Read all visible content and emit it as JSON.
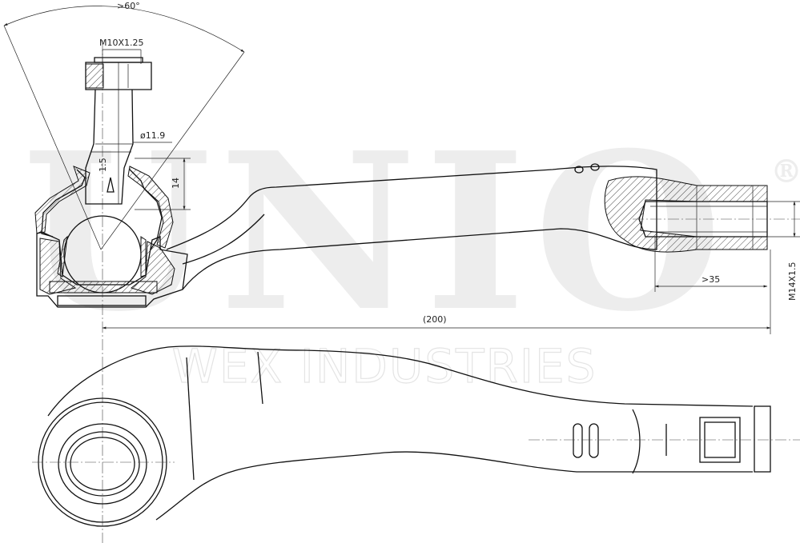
{
  "watermark": {
    "brand": "UNIO",
    "registered": "®",
    "company": "WEX INDUSTRIES"
  },
  "dimensions": {
    "angle": ">60°",
    "thread_top": "M10X1.25",
    "diameter": "ø11.9",
    "taper": "1:5",
    "height": "14",
    "thread_depth": ">35",
    "length": "(200)",
    "thread_end": "M14X1.5"
  }
}
